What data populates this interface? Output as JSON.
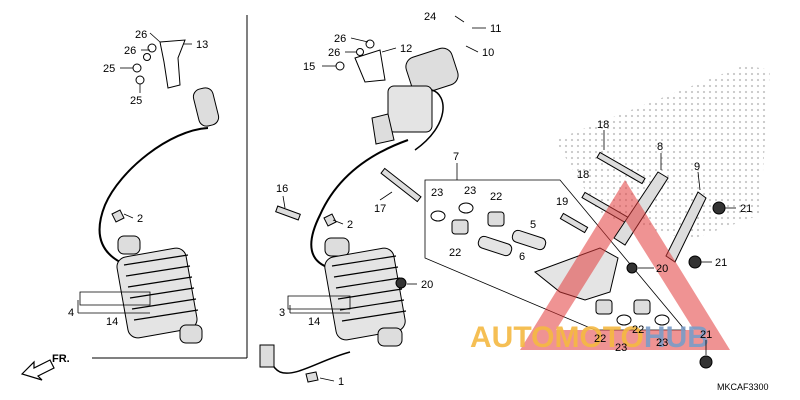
{
  "diagram": {
    "code": "MKCAF3300",
    "front_label": "FR.",
    "callouts": [
      {
        "id": "c26a",
        "text": "26"
      },
      {
        "id": "c13",
        "text": "13"
      },
      {
        "id": "c26b",
        "text": "26"
      },
      {
        "id": "c25a",
        "text": "25"
      },
      {
        "id": "c25b",
        "text": "25"
      },
      {
        "id": "c2a",
        "text": "2"
      },
      {
        "id": "c4",
        "text": "4"
      },
      {
        "id": "c14a",
        "text": "14"
      },
      {
        "id": "c24",
        "text": "24"
      },
      {
        "id": "c11",
        "text": "11"
      },
      {
        "id": "c10",
        "text": "10"
      },
      {
        "id": "c26c",
        "text": "26"
      },
      {
        "id": "c12",
        "text": "12"
      },
      {
        "id": "c26d",
        "text": "26"
      },
      {
        "id": "c15",
        "text": "15"
      },
      {
        "id": "c16",
        "text": "16"
      },
      {
        "id": "c17",
        "text": "17"
      },
      {
        "id": "c2b",
        "text": "2"
      },
      {
        "id": "c3",
        "text": "3"
      },
      {
        "id": "c14b",
        "text": "14"
      },
      {
        "id": "c20a",
        "text": "20"
      },
      {
        "id": "c1",
        "text": "1"
      },
      {
        "id": "c7",
        "text": "7"
      },
      {
        "id": "c23a",
        "text": "23"
      },
      {
        "id": "c23b",
        "text": "23"
      },
      {
        "id": "c22a",
        "text": "22"
      },
      {
        "id": "c22b",
        "text": "22"
      },
      {
        "id": "c5",
        "text": "5"
      },
      {
        "id": "c6",
        "text": "6"
      },
      {
        "id": "c18a",
        "text": "18"
      },
      {
        "id": "c8",
        "text": "8"
      },
      {
        "id": "c9",
        "text": "9"
      },
      {
        "id": "c18b",
        "text": "18"
      },
      {
        "id": "c19",
        "text": "19"
      },
      {
        "id": "c21a",
        "text": "21"
      },
      {
        "id": "c20b",
        "text": "20"
      },
      {
        "id": "c21b",
        "text": "21"
      },
      {
        "id": "c22c",
        "text": "22"
      },
      {
        "id": "c23c",
        "text": "23"
      },
      {
        "id": "c22d",
        "text": "22"
      },
      {
        "id": "c23d",
        "text": "23"
      },
      {
        "id": "c21c",
        "text": "21"
      }
    ]
  },
  "watermark": {
    "text_part1": "AUTOMOTO",
    "text_part2": "HUB",
    "orange": "#f5b942",
    "blue": "#7a9cc8",
    "red": "#e23a3a"
  }
}
